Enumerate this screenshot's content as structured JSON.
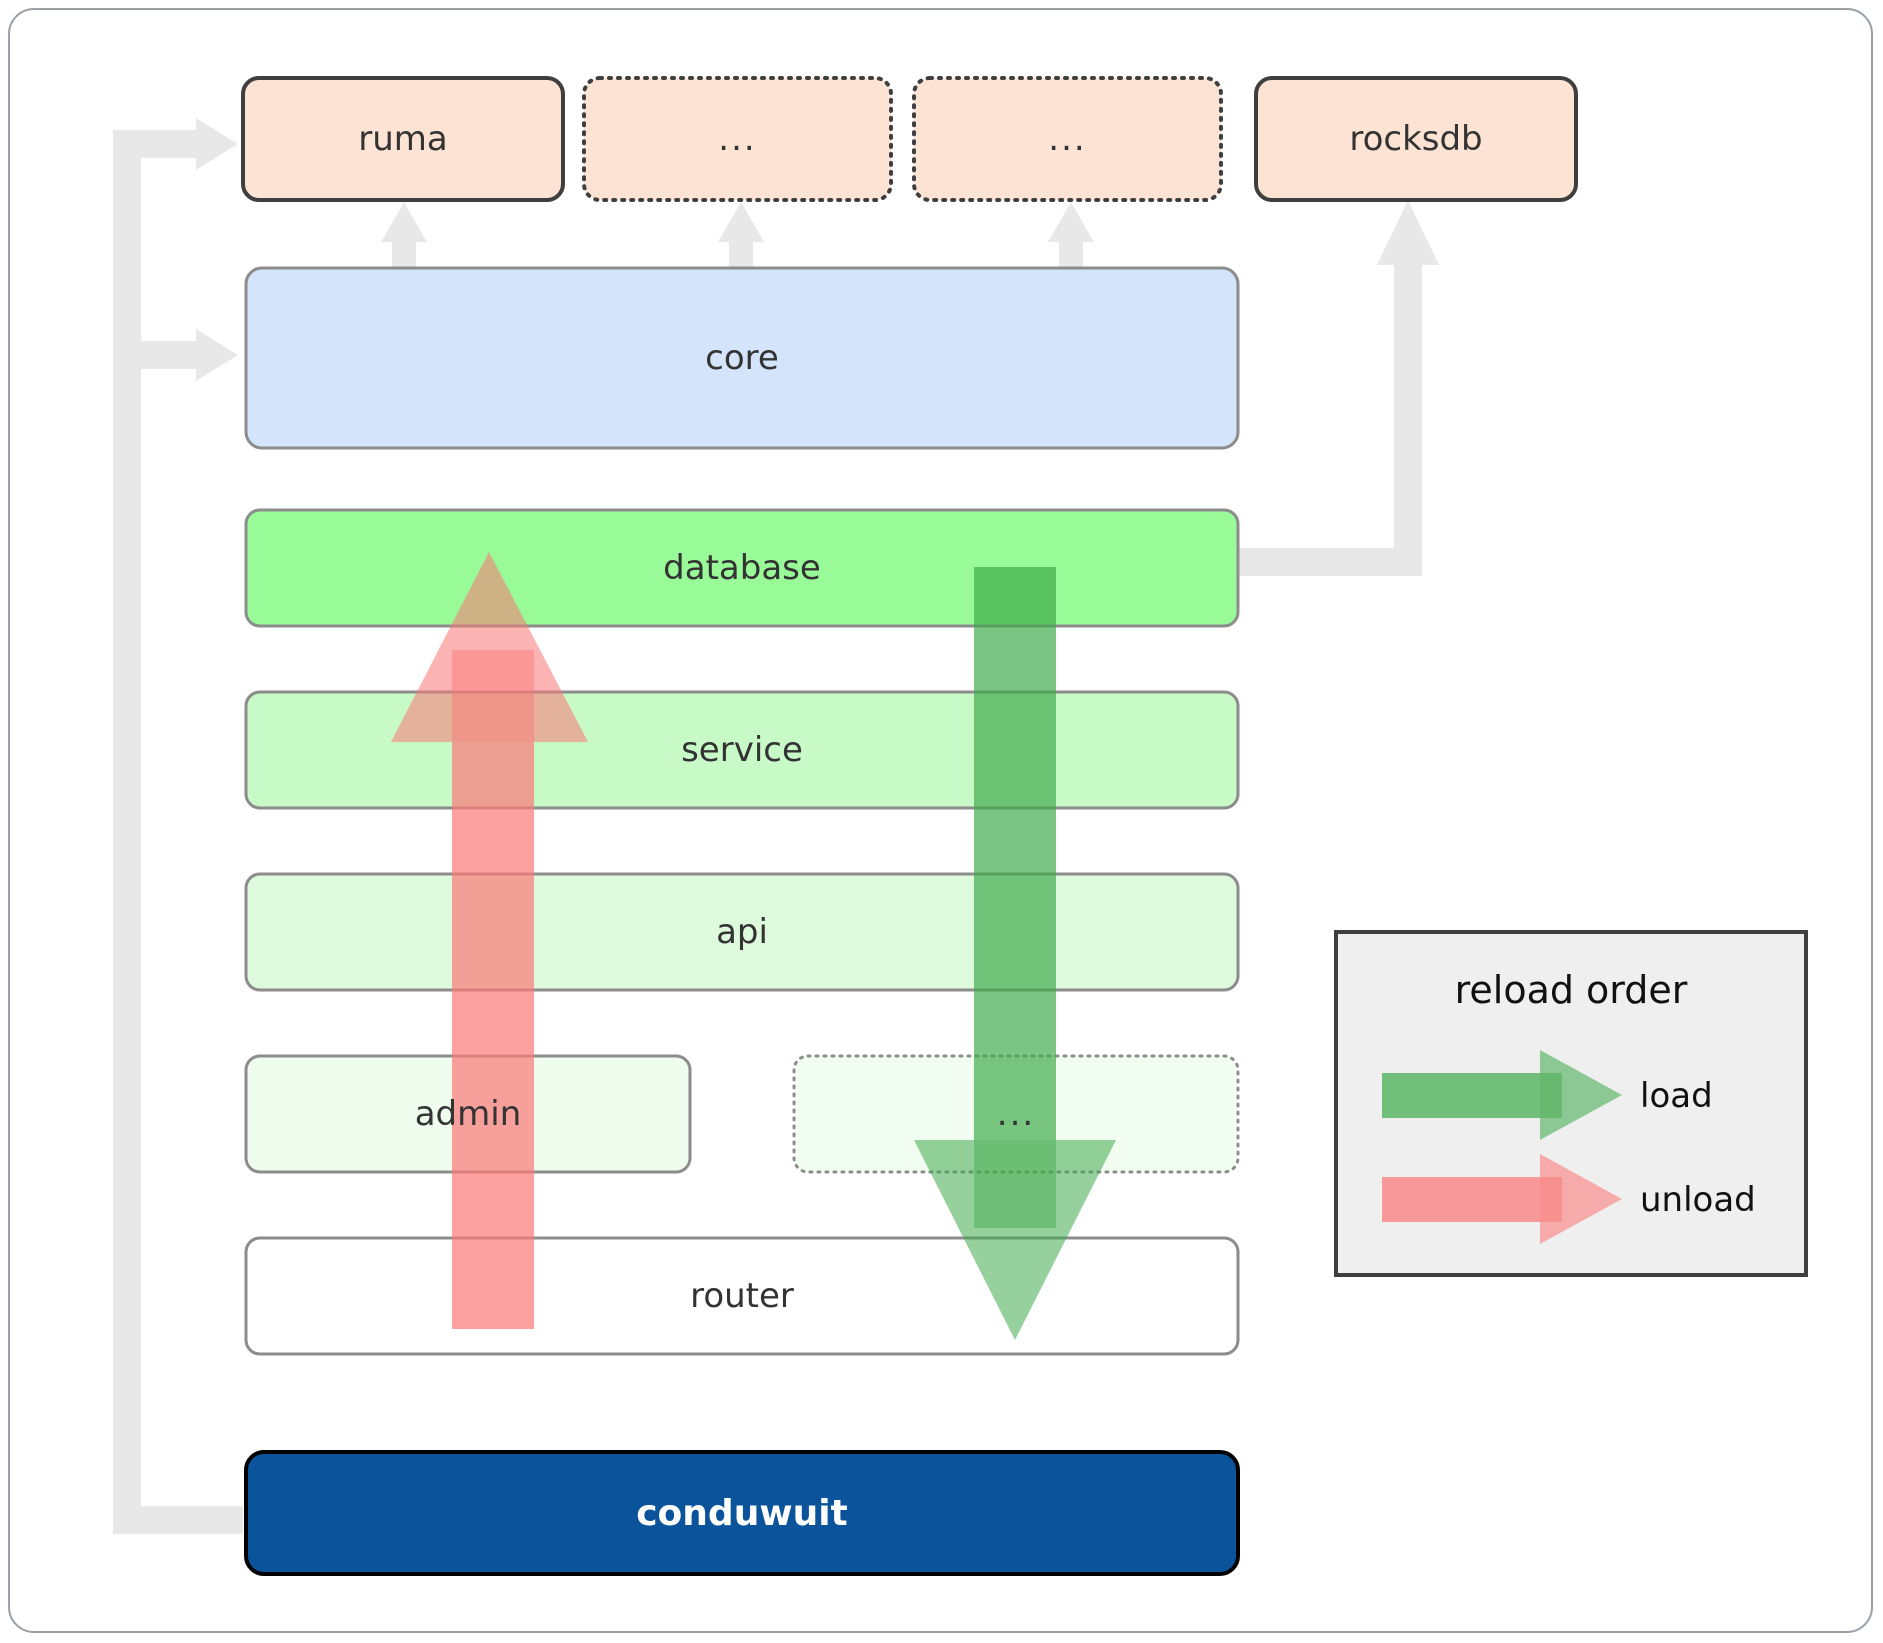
{
  "diagram": {
    "title": "conduwuit crate architecture / reload order",
    "frame_border_color": "#9aa0a6",
    "background": "#ffffff"
  },
  "colors": {
    "external_fill": "#fce3d3",
    "external_border_solid": "#3f3f3f",
    "external_border_dotted": "#3f3f3f",
    "core_fill": "#d4e5fb",
    "core_border": "#8c8c8c",
    "database_fill": "#98fb98",
    "service_fill": "#c8fac8",
    "api_fill": "#ddfadd",
    "admin_fill": "#effdef",
    "dots_fill": "#f2fdf2",
    "router_fill": "#ffffff",
    "layer_border": "#8c8c8c",
    "root_fill": "#0b549b",
    "root_border": "#000000",
    "root_text": "#ffffff",
    "connector_gray": "#e8e8e8",
    "load_green": "#3faa4a",
    "unload_red": "#fb7878",
    "legend_fill": "#efefef",
    "legend_border": "#3f3f3f"
  },
  "external_nodes": [
    {
      "id": "ruma",
      "label": "ruma",
      "style": "solid"
    },
    {
      "id": "ext-dots-1",
      "label": "...",
      "style": "dotted"
    },
    {
      "id": "ext-dots-2",
      "label": "...",
      "style": "dotted"
    },
    {
      "id": "rocksdb",
      "label": "rocksdb",
      "style": "solid"
    }
  ],
  "core_node": {
    "id": "core",
    "label": "core"
  },
  "layers": [
    {
      "id": "database",
      "label": "database",
      "style": "solid"
    },
    {
      "id": "service",
      "label": "service",
      "style": "solid"
    },
    {
      "id": "api",
      "label": "api",
      "style": "solid"
    },
    {
      "id": "admin",
      "label": "admin",
      "style": "solid"
    },
    {
      "id": "layer-dots",
      "label": "...",
      "style": "dotted"
    },
    {
      "id": "router",
      "label": "router",
      "style": "solid"
    }
  ],
  "root_node": {
    "id": "conduwuit",
    "label": "conduwuit"
  },
  "legend": {
    "title": "reload order",
    "items": [
      {
        "id": "load",
        "label": "load",
        "color": "#3faa4a",
        "direction": "down"
      },
      {
        "id": "unload",
        "label": "unload",
        "color": "#fb7878",
        "direction": "up"
      }
    ]
  },
  "flows": [
    {
      "id": "load-flow",
      "label": "load",
      "from": "database",
      "to": "router",
      "color": "#3faa4a"
    },
    {
      "id": "unload-flow",
      "label": "unload",
      "from": "router",
      "to": "database",
      "color": "#fb7878"
    }
  ],
  "connectors": [
    {
      "id": "conduwuit-to-ruma",
      "from": "conduwuit",
      "to": "ruma"
    },
    {
      "id": "conduwuit-to-core",
      "from": "conduwuit",
      "to": "core"
    },
    {
      "id": "core-to-ruma",
      "from": "core",
      "to": "ruma"
    },
    {
      "id": "core-to-ext-dots-1",
      "from": "core",
      "to": "ext-dots-1"
    },
    {
      "id": "core-to-ext-dots-2",
      "from": "core",
      "to": "ext-dots-2"
    },
    {
      "id": "database-to-rocksdb",
      "from": "database",
      "to": "rocksdb"
    }
  ]
}
